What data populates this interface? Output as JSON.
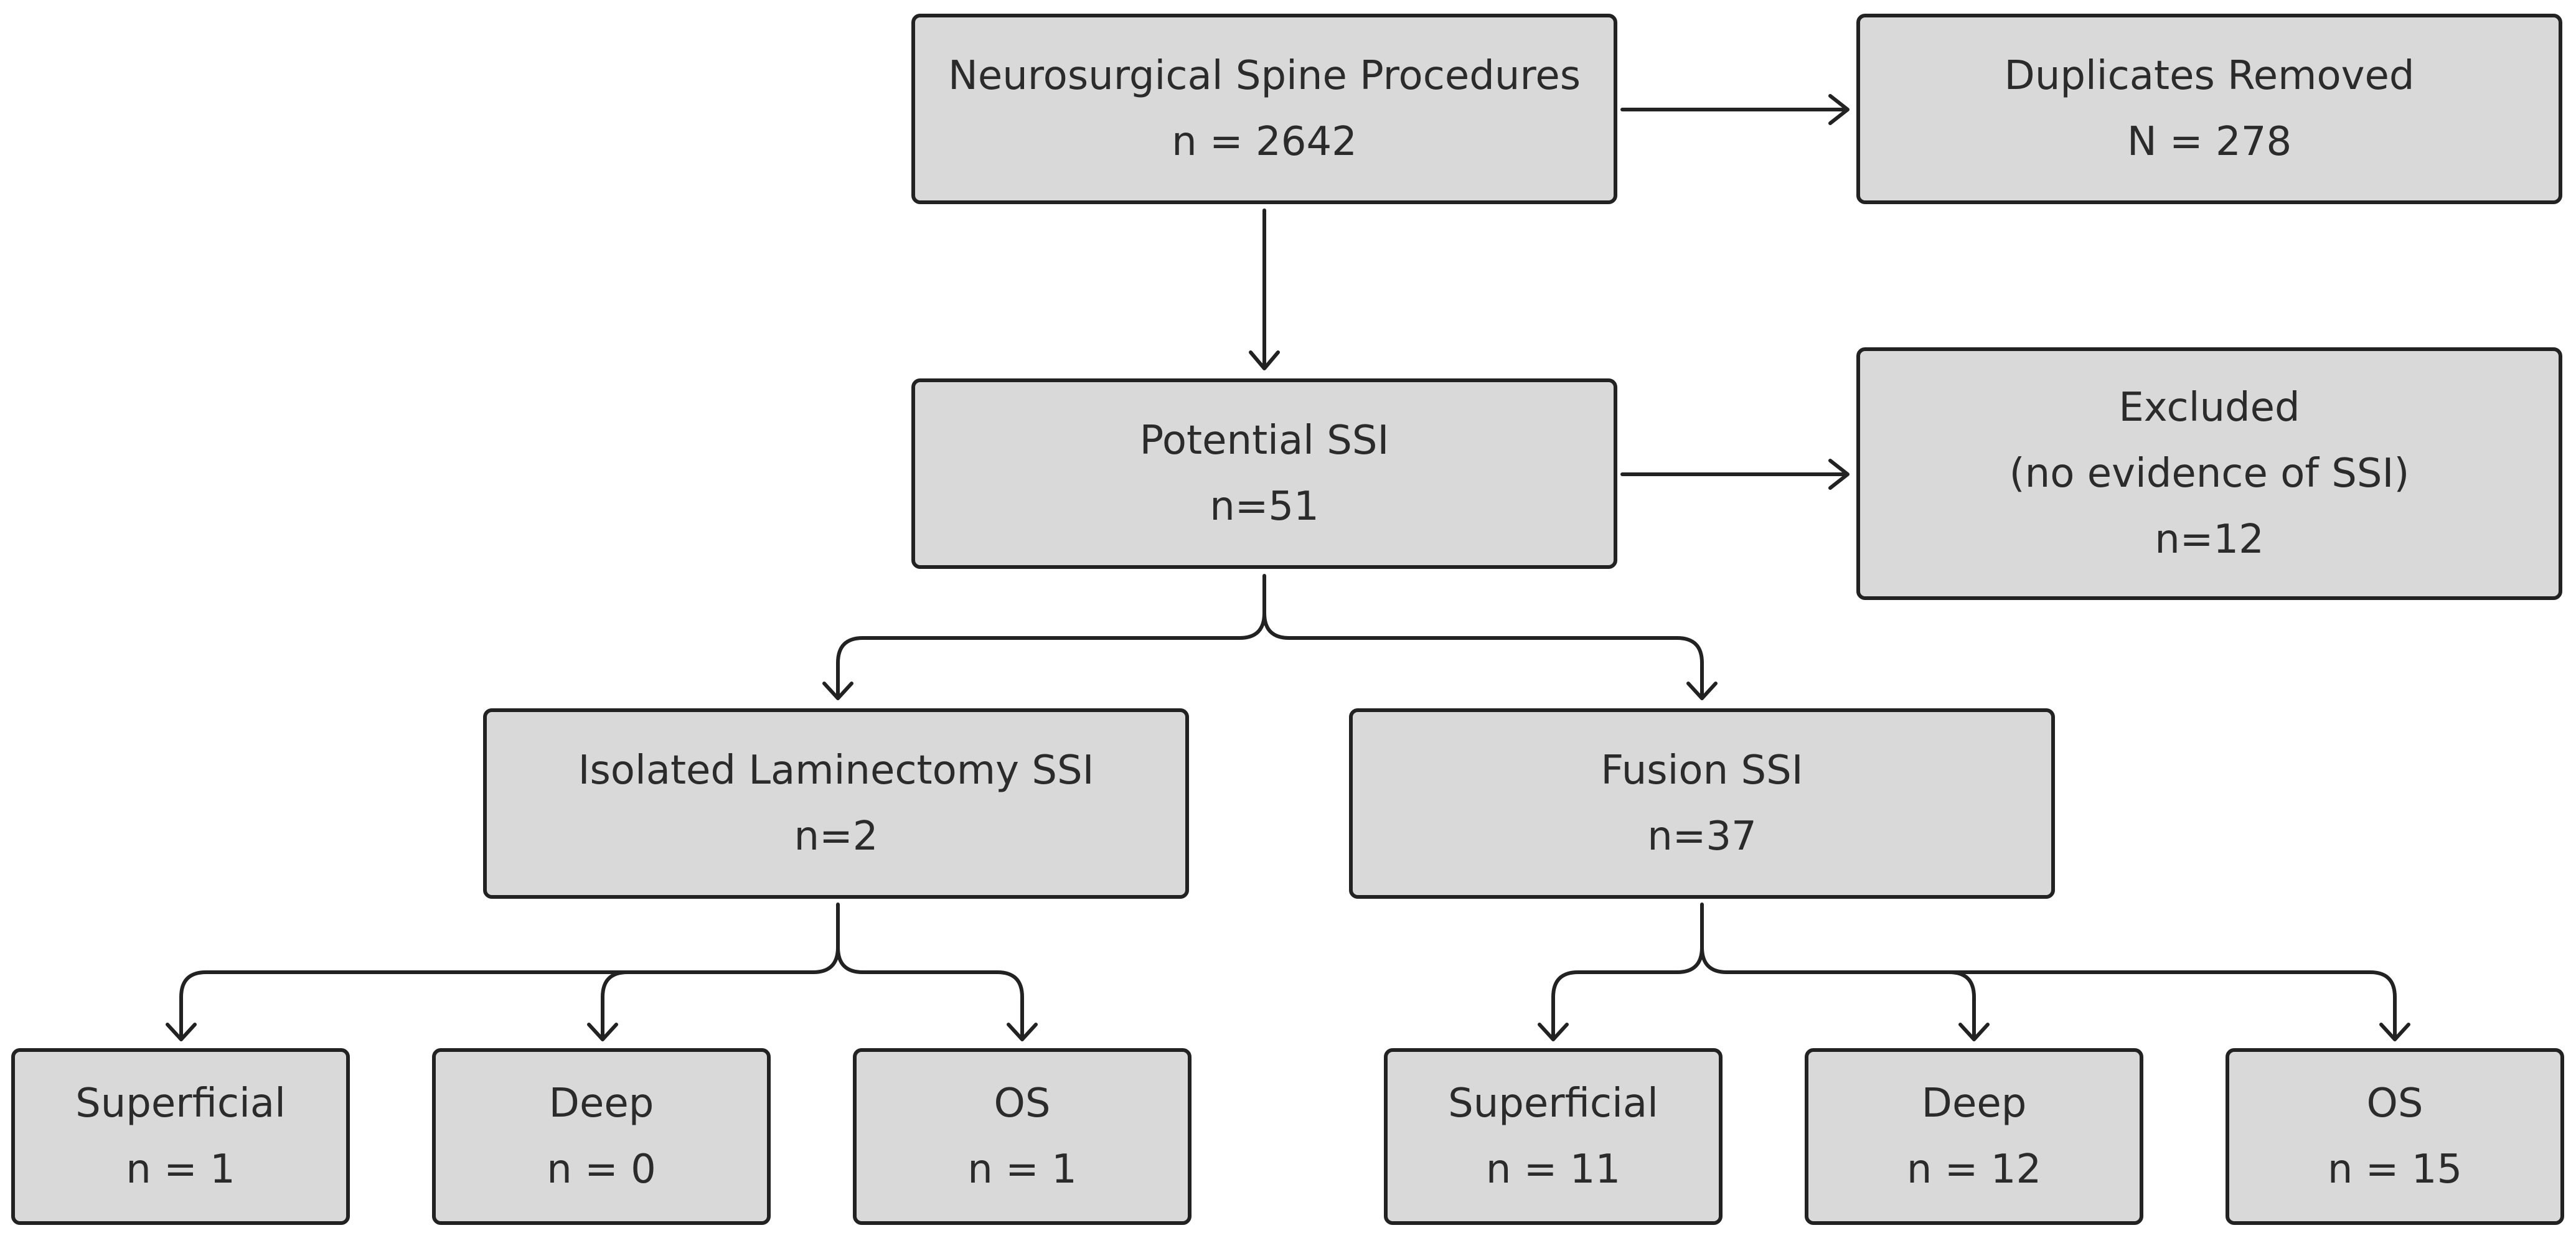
{
  "diagram": {
    "nodes": {
      "procedures": {
        "lines": [
          "Neurosurgical Spine Procedures",
          "n = 2642"
        ]
      },
      "duplicates": {
        "lines": [
          "Duplicates Removed",
          "N = 278"
        ]
      },
      "potential": {
        "lines": [
          "Potential SSI",
          "n=51"
        ]
      },
      "excluded": {
        "lines": [
          "Excluded",
          "(no evidence of SSI)",
          "n=12"
        ]
      },
      "laminectomy": {
        "lines": [
          "Isolated Laminectomy SSI",
          "n=2"
        ]
      },
      "fusion": {
        "lines": [
          "Fusion SSI",
          "n=37"
        ]
      },
      "lam_superficial": {
        "lines": [
          "Superficial",
          "n = 1"
        ]
      },
      "lam_deep": {
        "lines": [
          "Deep",
          "n = 0"
        ]
      },
      "lam_os": {
        "lines": [
          "OS",
          "n = 1"
        ]
      },
      "fus_superficial": {
        "lines": [
          "Superficial",
          "n = 11"
        ]
      },
      "fus_deep": {
        "lines": [
          "Deep",
          "n = 12"
        ]
      },
      "fus_os": {
        "lines": [
          "OS",
          "n = 15"
        ]
      }
    },
    "edges": [
      {
        "from": "procedures",
        "to": "duplicates"
      },
      {
        "from": "procedures",
        "to": "potential"
      },
      {
        "from": "potential",
        "to": "excluded"
      },
      {
        "from": "potential",
        "to": "laminectomy"
      },
      {
        "from": "potential",
        "to": "fusion"
      },
      {
        "from": "laminectomy",
        "to": "lam_superficial"
      },
      {
        "from": "laminectomy",
        "to": "lam_deep"
      },
      {
        "from": "laminectomy",
        "to": "lam_os"
      },
      {
        "from": "fusion",
        "to": "fus_superficial"
      },
      {
        "from": "fusion",
        "to": "fus_deep"
      },
      {
        "from": "fusion",
        "to": "fus_os"
      }
    ],
    "colors": {
      "box_fill": "#d9d9d9",
      "stroke": "#222222",
      "text": "#2b2b2b"
    }
  }
}
